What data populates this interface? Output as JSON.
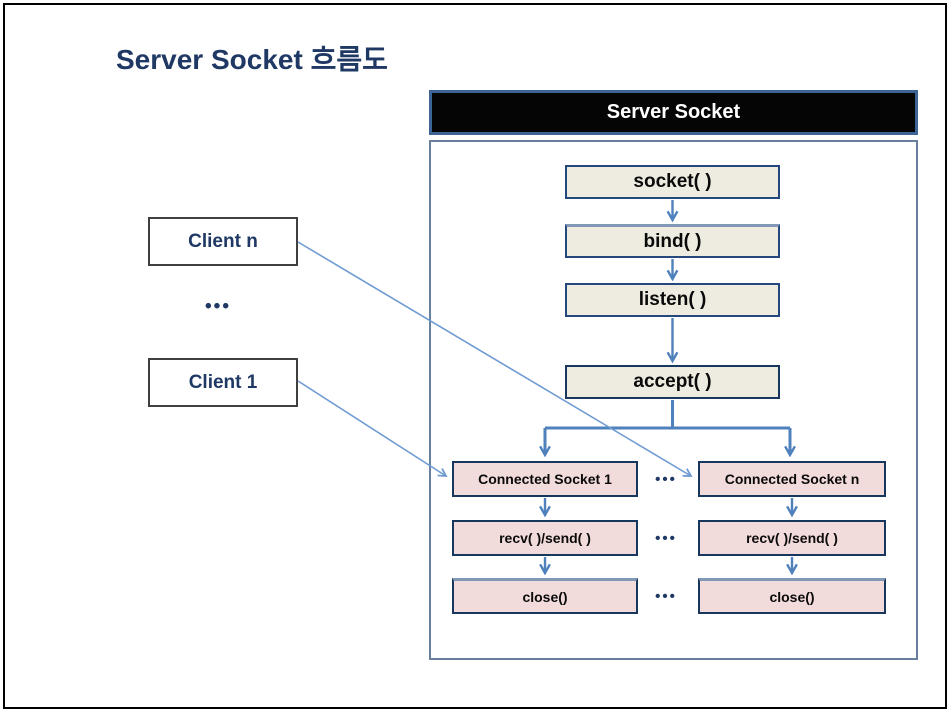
{
  "title": "Server Socket 흐름도",
  "server": {
    "header_label": "Server Socket",
    "flow": [
      "socket( )",
      "bind( )",
      "listen( )",
      "accept( )"
    ],
    "left_column": [
      "Connected Socket 1",
      "recv( )/send( )",
      "close()"
    ],
    "right_column": [
      "Connected Socket n",
      "recv( )/send( )",
      "close()"
    ],
    "ellipsis": "•••"
  },
  "clients": {
    "top_label": "Client n",
    "bottom_label": "Client 1",
    "ellipsis": "•••"
  },
  "colors": {
    "title_navy": "#1f3864",
    "arrow_blue": "#4f81bd",
    "client_arrow_blue": "#6f9bd3",
    "flow_box_fill": "#eeece1",
    "connected_box_fill": "#f2dcdb",
    "header_bg": "#050505",
    "header_border": "#3c6494",
    "panel_border": "#68809f",
    "box_border_navy": "#17375e"
  }
}
